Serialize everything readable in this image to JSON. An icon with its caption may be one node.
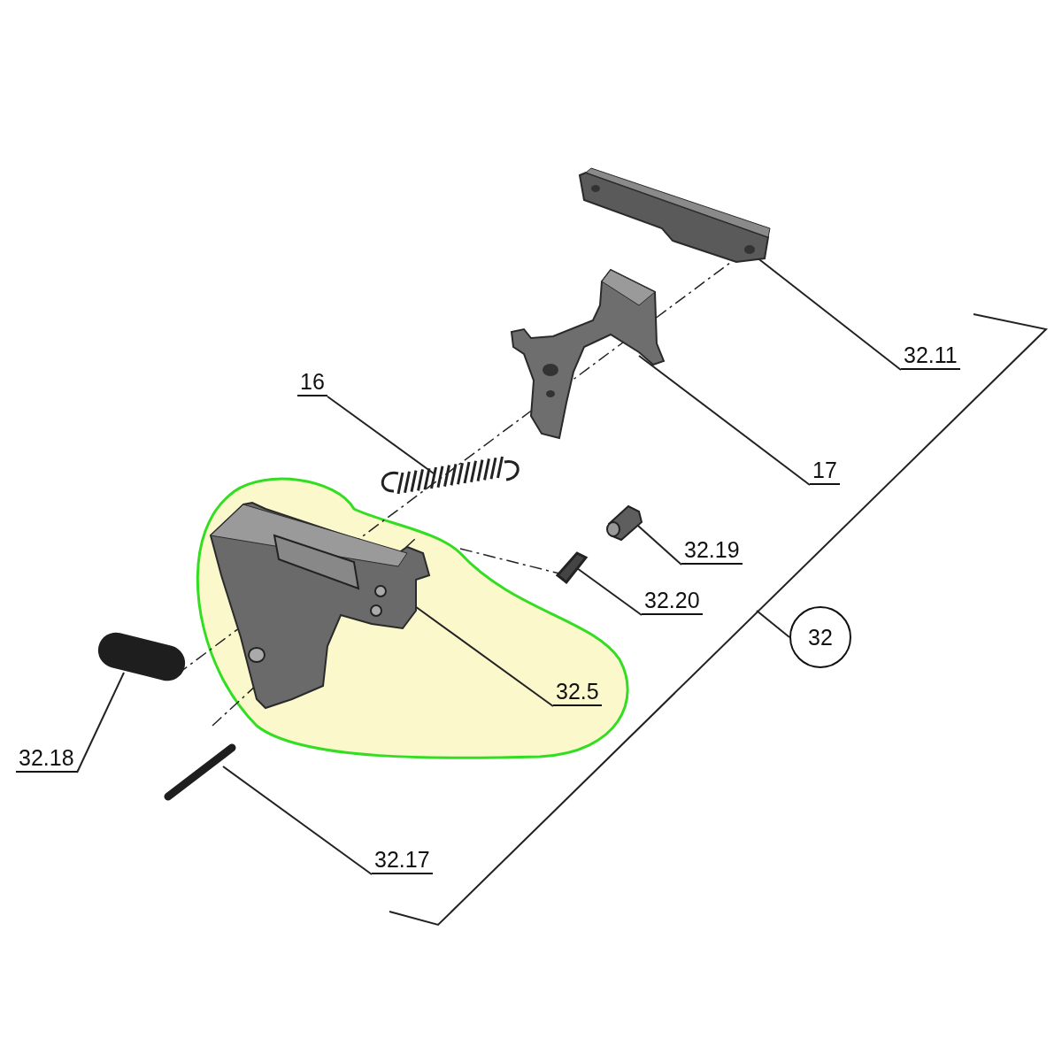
{
  "diagram": {
    "nodes": [
      {
        "text": [
          "32.11"
        ]
      },
      {
        "text": [],
        "shape": "picture"
      },
      {
        "text": [
          "17"
        ]
      },
      {
        "text": [],
        "shape": "picture"
      },
      {
        "text": [
          "16"
        ]
      },
      {
        "text": [],
        "shape": "picture"
      },
      {
        "text": [
          "32.19"
        ]
      },
      {
        "text": [],
        "shape": "picture"
      },
      {
        "text": [
          "32.20"
        ]
      },
      {
        "text": [],
        "shape": "picture"
      },
      {
        "text": [
          "32"
        ]
      },
      {
        "text": [
          "32.5"
        ]
      },
      {
        "text": [],
        "shape": "picture"
      },
      {
        "text": [
          "32.18"
        ]
      },
      {
        "text": [],
        "shape": "bar"
      },
      {
        "text": [
          "32.17"
        ]
      },
      {
        "text": [],
        "shape": "picture"
      }
    ],
    "edges": [
      {
        "from": 0,
        "to": 1,
        "arrow": "none"
      },
      {
        "from": 2,
        "to": 3,
        "arrow": "none"
      },
      {
        "from": 4,
        "to": 5,
        "arrow": "none"
      },
      {
        "from": 6,
        "to": 7,
        "arrow": "none"
      },
      {
        "from": 8,
        "to": 9,
        "arrow": "none"
      },
      {
        "from": 10,
        "to": null,
        "arrow": "none"
      },
      {
        "from": 11,
        "to": 12,
        "arrow": "none"
      },
      {
        "from": 13,
        "to": 14,
        "arrow": "none"
      },
      {
        "from": 15,
        "to": 16,
        "arrow": "none"
      }
    ]
  }
}
